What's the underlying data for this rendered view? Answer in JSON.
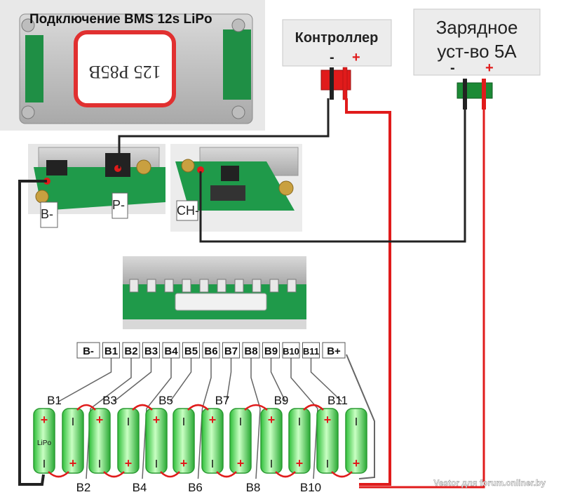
{
  "title": "Подключение BMS 12s LiPo",
  "board_marking": "125 P85B",
  "controller": {
    "label": "Контроллер",
    "minus": "-",
    "plus": "+"
  },
  "charger": {
    "label_line1": "Зарядное",
    "label_line2": "уст-во 5A",
    "minus": "-",
    "plus": "+"
  },
  "pads": {
    "b_minus": "B-",
    "p_minus": "P-",
    "ch_minus": "CH-"
  },
  "connector_labels": [
    "B-",
    "B1",
    "B2",
    "B3",
    "B4",
    "B5",
    "B6",
    "B7",
    "B8",
    "B9",
    "B10",
    "B11",
    "B+"
  ],
  "junction_labels_top": [
    "B1",
    "B3",
    "B5",
    "B7",
    "B9",
    "B11"
  ],
  "junction_labels_bottom": [
    "B2",
    "B4",
    "B6",
    "B8",
    "B10"
  ],
  "first_cell_text": "LiPo",
  "cell_plus": "+",
  "cell_minus": "I",
  "cell_count": 12,
  "watermark": "Vestor для forum.onliner.by",
  "colors": {
    "wire_red": "#e01b1b",
    "wire_black": "#222222",
    "cell_green": "#5fe35f",
    "pcb_green": "#1e9a4a",
    "box_bg": "#ececec"
  }
}
